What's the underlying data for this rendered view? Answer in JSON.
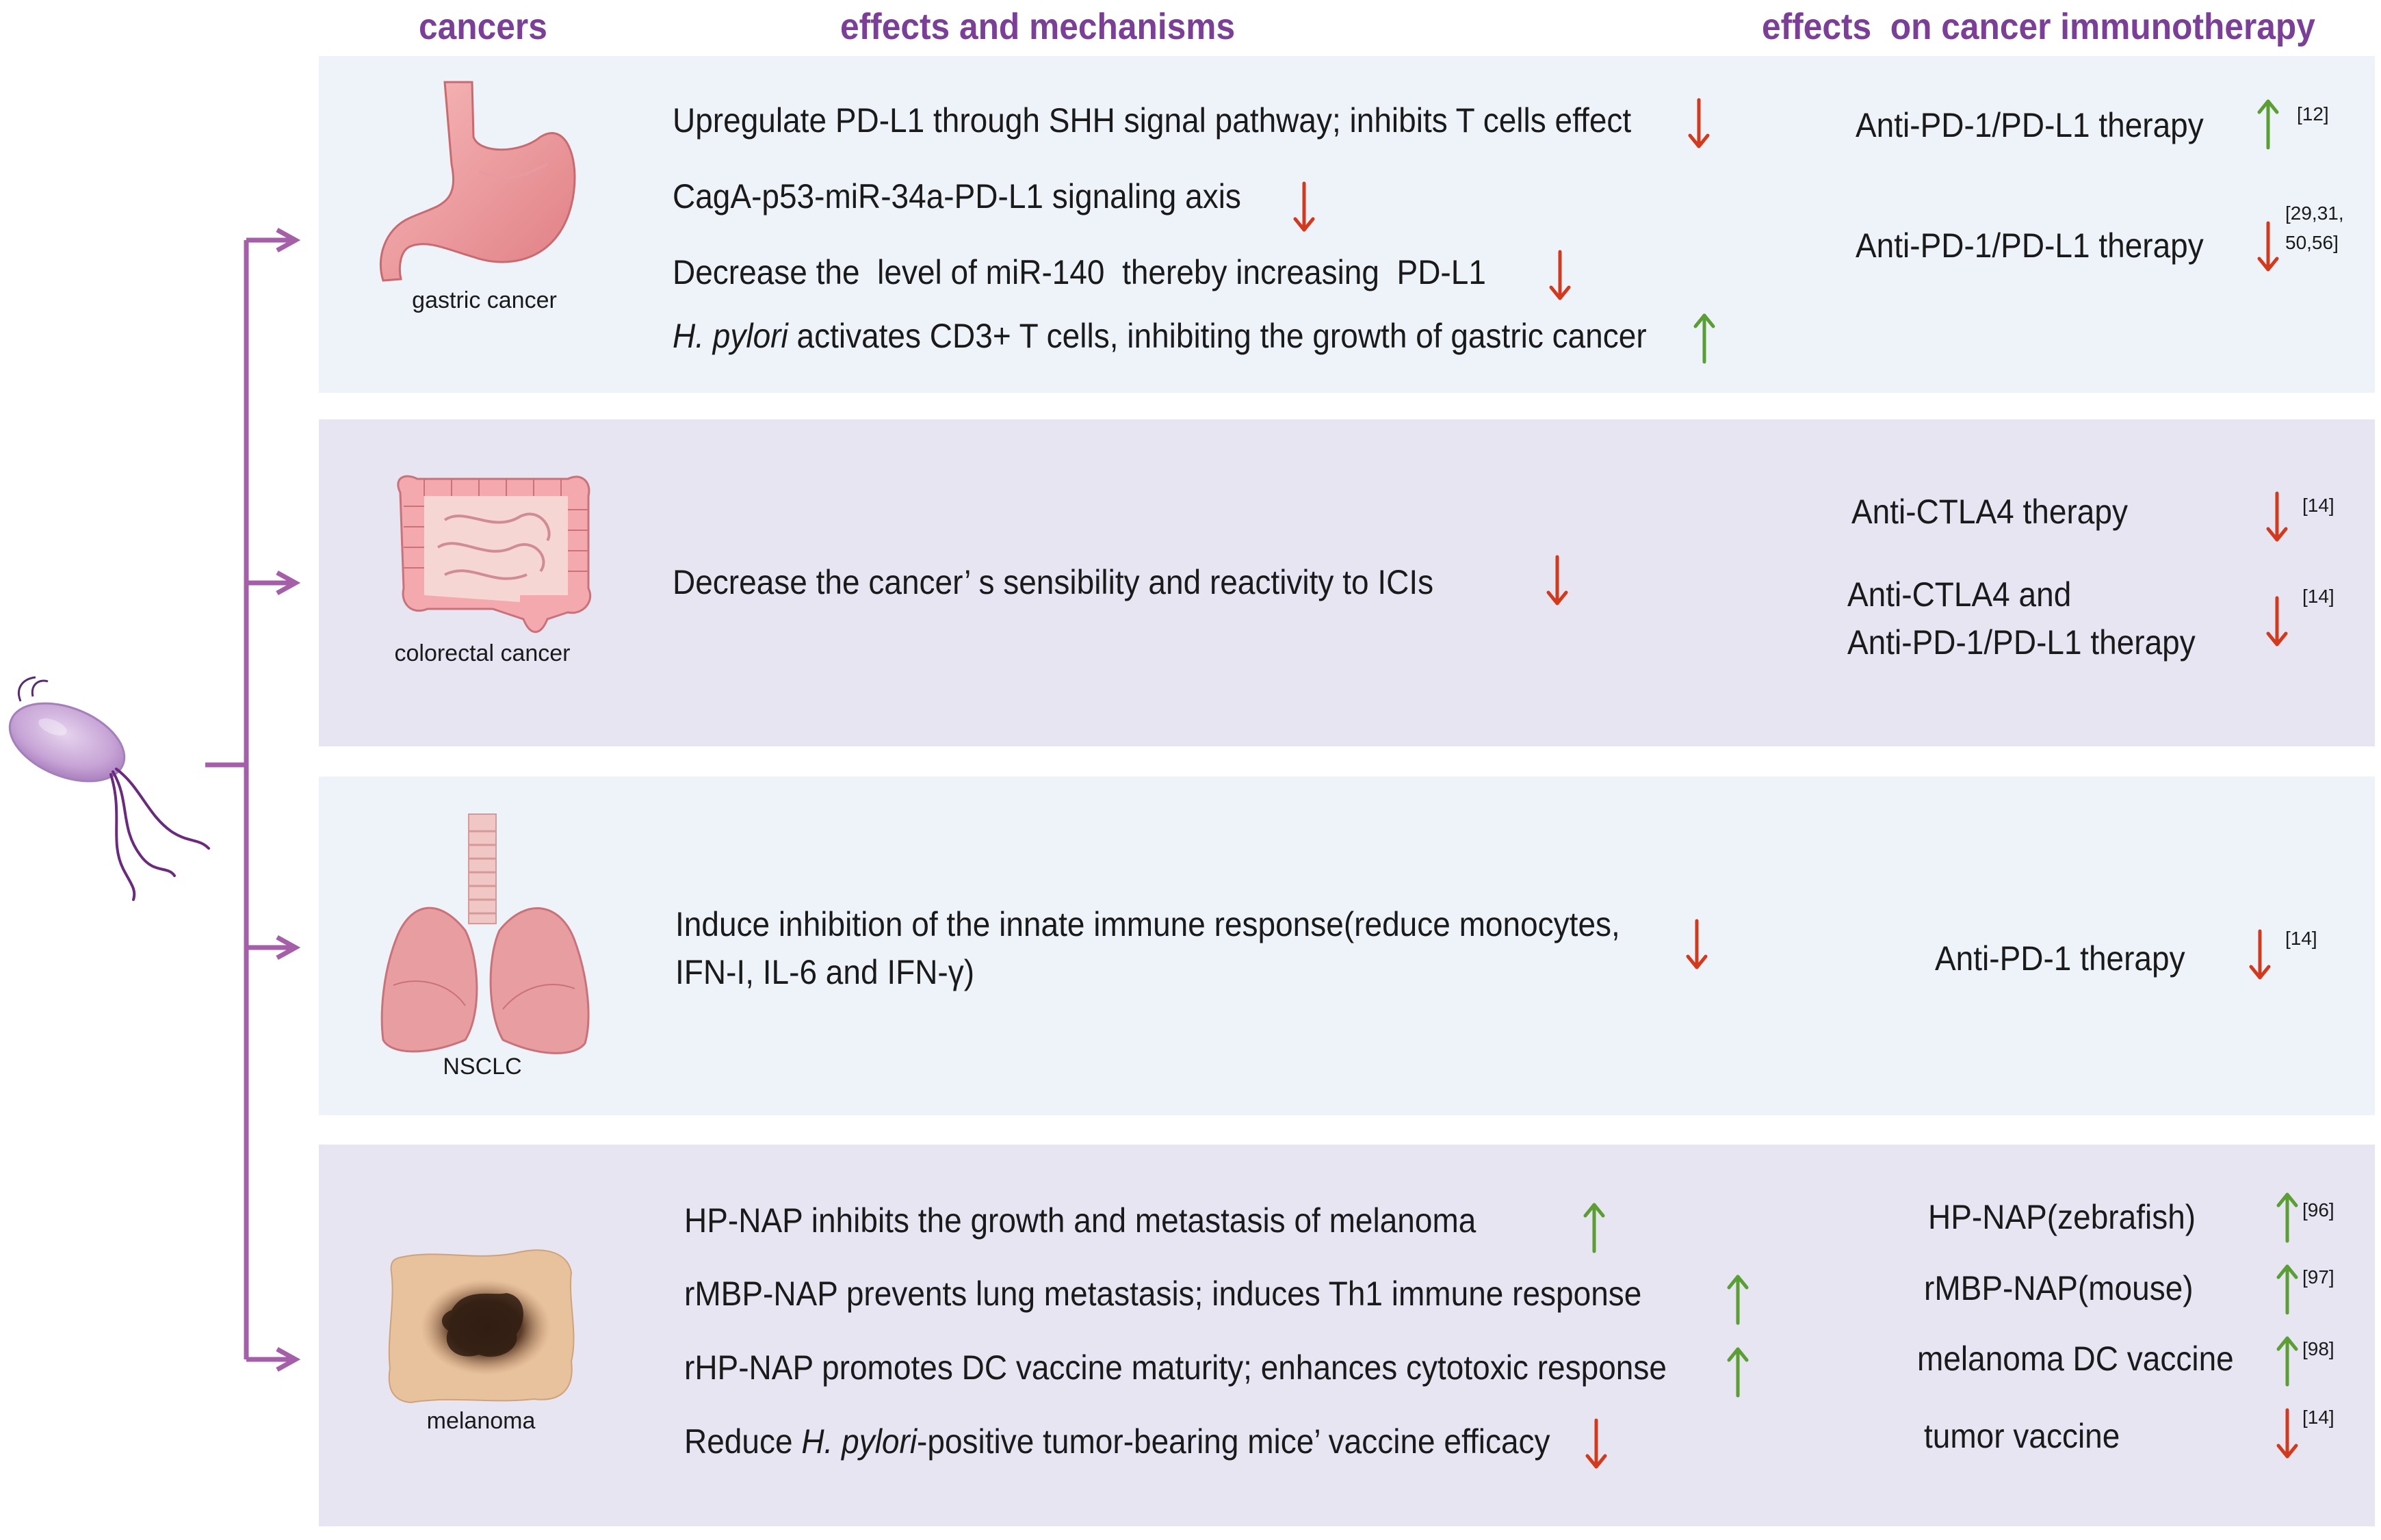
{
  "headers": {
    "cancers": "cancers",
    "effects": "effects and mechanisms",
    "immunotherapy": "effects  on cancer immunotherapy"
  },
  "colors": {
    "purple": "#7b3f98",
    "bracket": "#a55ea8",
    "red_arrow": "#d2391d",
    "green_arrow": "#5a9e34"
  },
  "panels": [
    {
      "cancer": "gastric cancer",
      "organ_icon": "stomach-icon",
      "mechanisms": [
        {
          "text": "Upregulate PD-L1 through SHH signal pathway; inhibits T cells effect",
          "effect": "down"
        },
        {
          "text": "CagA-p53-miR-34a-PD-L1 signaling axis",
          "effect": "down"
        },
        {
          "text": "Decrease the  level of miR-140  thereby increasing  PD-L1",
          "effect": "down"
        },
        {
          "italic_prefix": "H. pylori",
          "text": " activates CD3+ T cells, inhibiting the growth of gastric cancer",
          "effect": "up"
        }
      ],
      "therapies": [
        {
          "text": "Anti-PD-1/PD-L1 therapy",
          "effect": "up",
          "ref": "[12]"
        },
        {
          "text": "Anti-PD-1/PD-L1 therapy",
          "effect": "down",
          "ref_line1": "[29,31,",
          "ref_line2": "50,56]"
        }
      ]
    },
    {
      "cancer": "colorectal cancer",
      "organ_icon": "colon-icon",
      "mechanisms": [
        {
          "text": "Decrease the cancer’ s sensibility and reactivity to ICIs",
          "effect": "down"
        }
      ],
      "therapies": [
        {
          "text": "Anti-CTLA4 therapy",
          "effect": "down",
          "ref": "[14]"
        },
        {
          "text_line1": "Anti-CTLA4 and",
          "text_line2": "Anti-PD-1/PD-L1 therapy",
          "effect": "down",
          "ref": "[14]"
        }
      ]
    },
    {
      "cancer": "NSCLC",
      "organ_icon": "lungs-icon",
      "mechanisms": [
        {
          "text_line1": "Induce inhibition of the  innate immune response(reduce monocytes,",
          "text_line2": "IFN-I, IL-6 and IFN-γ)",
          "effect": "down"
        }
      ],
      "therapies": [
        {
          "text": "Anti-PD-1 therapy",
          "effect": "down",
          "ref": "[14]"
        }
      ]
    },
    {
      "cancer": "melanoma",
      "organ_icon": "skin-lesion-icon",
      "mechanisms": [
        {
          "text": "HP-NAP inhibits the growth and metastasis of melanoma",
          "effect": "up"
        },
        {
          "text": "rMBP-NAP prevents lung metastasis; induces  Th1 immune response",
          "effect": "up"
        },
        {
          "text": "rHP-NAP promotes DC vaccine maturity; enhances cytotoxic response",
          "effect": "up"
        },
        {
          "text_prefix": "Reduce ",
          "italic": "H. pylori",
          "text_suffix": "-positive tumor-bearing mice’ vaccine efficacy",
          "effect": "down"
        }
      ],
      "therapies": [
        {
          "text": "HP-NAP(zebrafish)",
          "effect": "up",
          "ref": "[96]"
        },
        {
          "text": "rMBP-NAP(mouse)",
          "effect": "up",
          "ref": "[97]"
        },
        {
          "text": "melanoma DC vaccine",
          "effect": "up",
          "ref": "[98]"
        },
        {
          "text": "tumor vaccine",
          "effect": "down",
          "ref": "[14]"
        }
      ]
    }
  ]
}
